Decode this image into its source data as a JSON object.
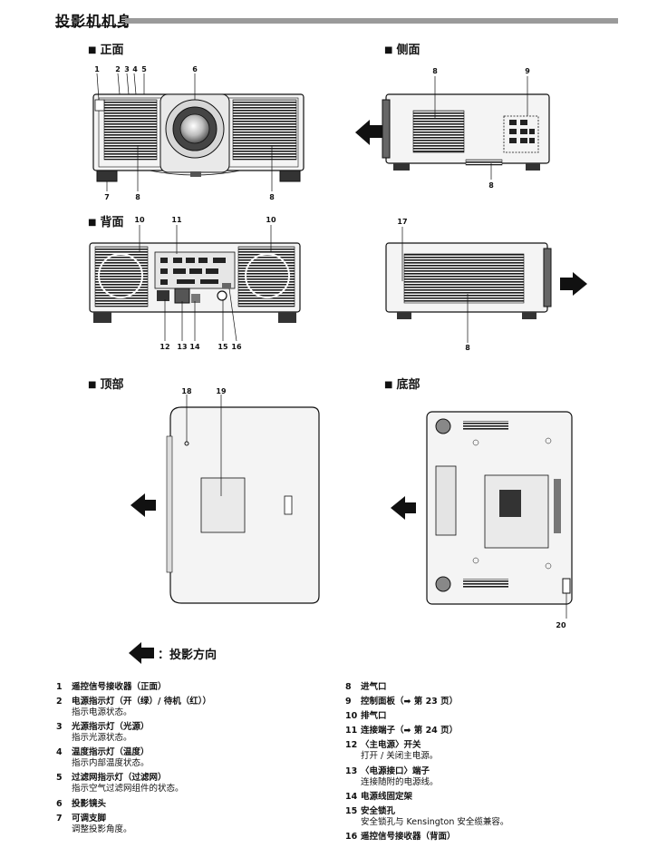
{
  "page_title": "投影机机身",
  "sections": {
    "front": "正面",
    "side": "侧面",
    "rear": "背面",
    "top": "顶部",
    "bottom": "底部"
  },
  "callouts": {
    "front": [
      "1",
      "2",
      "3",
      "4",
      "5",
      "6",
      "7",
      "8",
      "8"
    ],
    "side": [
      "8",
      "9",
      "8"
    ],
    "rear": [
      "10",
      "11",
      "10",
      "12",
      "13",
      "14",
      "15",
      "16"
    ],
    "side2": [
      "17",
      "8"
    ],
    "top": [
      "18",
      "19"
    ],
    "bottom": [
      "20"
    ]
  },
  "legend": {
    "label": "：投影方向"
  },
  "items_left": [
    {
      "n": "1",
      "t": "遥控信号接收器（正面）",
      "d": ""
    },
    {
      "n": "2",
      "t": "电源指示灯（开（绿）/ 待机（红））",
      "d": "指示电源状态。"
    },
    {
      "n": "3",
      "t": "光源指示灯（光源）",
      "d": "指示光源状态。"
    },
    {
      "n": "4",
      "t": "温度指示灯（温度）",
      "d": "指示内部温度状态。"
    },
    {
      "n": "5",
      "t": "过滤网指示灯（过滤网）",
      "d": "指示空气过滤网组件的状态。"
    },
    {
      "n": "6",
      "t": "投影镜头",
      "d": ""
    },
    {
      "n": "7",
      "t": "可调支脚",
      "d": "调整投影角度。"
    }
  ],
  "items_right": [
    {
      "n": "8",
      "t": "进气口",
      "d": ""
    },
    {
      "n": "9",
      "t": "控制面板（➡ 第 23 页）",
      "d": ""
    },
    {
      "n": "10",
      "t": "排气口",
      "d": ""
    },
    {
      "n": "11",
      "t": "连接端子（➡ 第 24 页）",
      "d": ""
    },
    {
      "n": "12",
      "t": "〈主电源〉开关",
      "d": "打开 / 关闭主电源。"
    },
    {
      "n": "13",
      "t": "〈电源接口〉端子",
      "d": "连接随附的电源线。"
    },
    {
      "n": "14",
      "t": "电源线固定架",
      "d": ""
    },
    {
      "n": "15",
      "t": "安全锁孔",
      "d": "安全锁孔与 Kensington 安全缆兼容。"
    },
    {
      "n": "16",
      "t": "遥控信号接收器（背面）",
      "d": ""
    }
  ],
  "colors": {
    "title_bar": "#9a9a9a",
    "ink": "#111111",
    "body_fill": "#f4f4f4",
    "vent": "#1a1a1a"
  }
}
